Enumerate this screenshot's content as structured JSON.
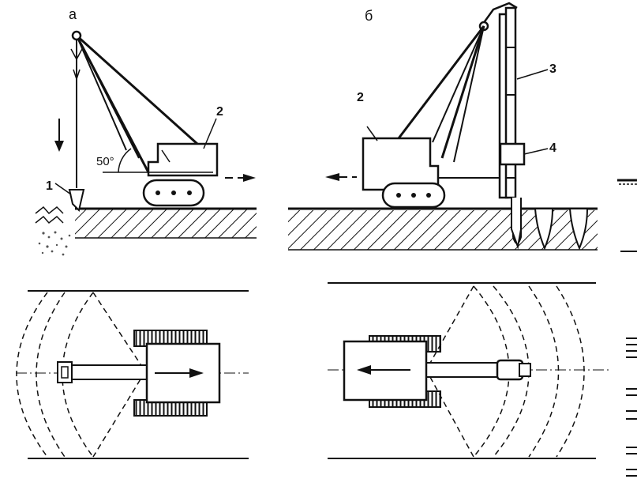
{
  "figure": {
    "panel_a_label": "а",
    "panel_b_label": "б",
    "angle_label": "50°",
    "callouts": {
      "one": "1",
      "two_a": "2",
      "two_b": "2",
      "three": "3",
      "four": "4"
    }
  },
  "colors": {
    "ink": "#111111",
    "paper": "#ffffff"
  }
}
